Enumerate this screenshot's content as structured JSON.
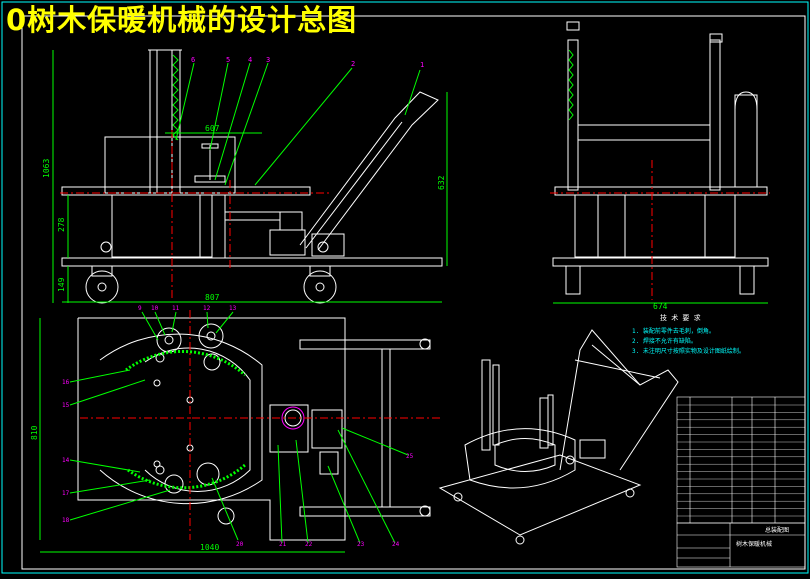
{
  "title": "0树木保暖机械的设计总图",
  "colors": {
    "background": "#000000",
    "title": "#ffff00",
    "outline": "#ffffff",
    "dimension": "#00ff00",
    "centerline": "#ff0000",
    "frame": "#00ffff",
    "leader": "#00cc00",
    "label": "#ff00ff"
  },
  "front_view": {
    "part_numbers": [
      "6",
      "5",
      "4",
      "3",
      "2",
      "1"
    ],
    "dims": {
      "total_height": "1063",
      "base_height": "278",
      "upper_width": "607",
      "base_width": "807",
      "handle_height": "632",
      "wheel": "149"
    }
  },
  "side_view": {
    "dims": {
      "width": "674"
    }
  },
  "top_view": {
    "part_numbers_top": [
      "9",
      "10",
      "11",
      "12",
      "13"
    ],
    "part_numbers_left": [
      "14",
      "15",
      "16",
      "17",
      "18"
    ],
    "part_numbers_bottom": [
      "20",
      "21",
      "22",
      "23",
      "24"
    ],
    "part_numbers_right": [
      "25"
    ],
    "dims": {
      "width": "1040",
      "depth": "810"
    }
  },
  "tech_requirements": {
    "heading": "技 术 要 求",
    "items": [
      "1. 装配前零件去毛刺，倒角。",
      "2. 焊接不允许有缺陷。",
      "3. 未注明尺寸按照实物及设计图纸绘制。"
    ]
  },
  "title_block": {
    "drawing_name": "树木保暖机械",
    "designer_title": "总装配图"
  }
}
